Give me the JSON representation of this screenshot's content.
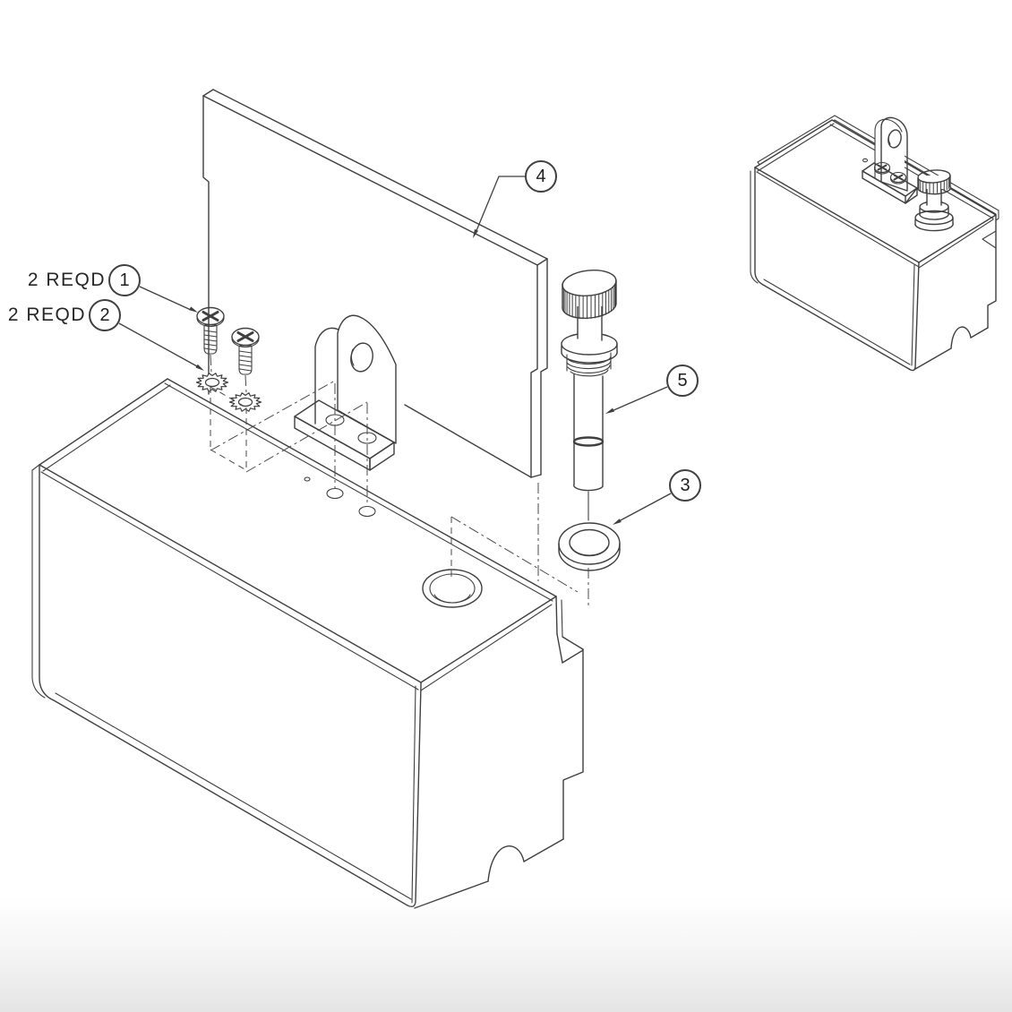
{
  "background": "#ffffff",
  "line_color": "#3f3f3f",
  "drawing_type": "exploded-assembly-diagram",
  "callouts": [
    {
      "number": "1",
      "note": "2 REQD"
    },
    {
      "number": "2",
      "note": "2 REQD"
    },
    {
      "number": "3",
      "note": ""
    },
    {
      "number": "4",
      "note": ""
    },
    {
      "number": "5",
      "note": ""
    }
  ]
}
